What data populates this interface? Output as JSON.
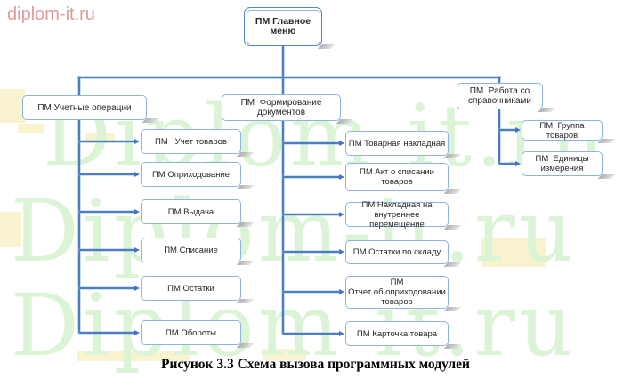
{
  "logo": {
    "text": "diplom-it.ru"
  },
  "watermark": {
    "text": "Diplom-it.ru",
    "rows": 3
  },
  "caption": "Рисунок 3.3 Схема вызова программных модулей",
  "colors": {
    "connector_blue": "#4472c4",
    "box_border_blue": "#8db3e2",
    "watermark_green": "#dcf4d6",
    "highlight_cream": "#faf3cf",
    "logo_pink": "#dd9b9b",
    "shadow_gray": "#ababab"
  },
  "tree": {
    "root": {
      "label": "ПМ Главное меню"
    },
    "branches": [
      {
        "parent": {
          "label": "ПМ Учетные операции"
        },
        "children": [
          {
            "label": "ПМ   Учет товаров"
          },
          {
            "label": "ПМ Оприходование"
          },
          {
            "label": "ПМ Выдача"
          },
          {
            "label": "ПМ Списание"
          },
          {
            "label": "ПМ Остатки"
          },
          {
            "label": "ПМ Обороты"
          }
        ]
      },
      {
        "parent": {
          "label": "ПМ  Формирование\nдокументов"
        },
        "children": [
          {
            "label": "ПМ Товарная накладная"
          },
          {
            "label": "ПМ Акт о списании\nтоваров"
          },
          {
            "label": "ПМ Накладная на\nвнутреннее перемещение"
          },
          {
            "label": "ПМ Остатки по складу"
          },
          {
            "label": "ПМ\nОтчет об оприходовании\nтоваров"
          },
          {
            "label": "ПМ Карточка товара"
          }
        ]
      },
      {
        "parent": {
          "label": "ПМ  Работа со\nсправочниками"
        },
        "children": [
          {
            "label": "ПМ  Группа товаров"
          },
          {
            "label": "ПМ  Единицы\nизмерения"
          }
        ]
      }
    ]
  }
}
